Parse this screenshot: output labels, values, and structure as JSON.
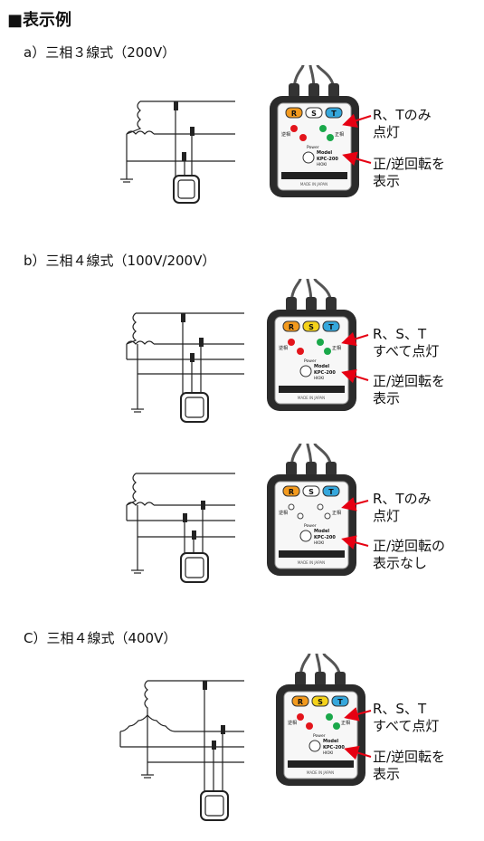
{
  "page_title": "■表示例",
  "sections": [
    {
      "heading": "a）三相３線式（200V）",
      "led_caption": "R、Tのみ\n点灯",
      "rot_caption": "正/逆回転を\n表示",
      "leds": {
        "R": true,
        "S": false,
        "T": true
      },
      "rotation_shown": true
    },
    {
      "heading": "b）三相４線式（100V/200V）",
      "led_caption": "R、S、T\nすべて点灯",
      "rot_caption": "正/逆回転を\n表示",
      "leds": {
        "R": true,
        "S": true,
        "T": true
      },
      "rotation_shown": true
    },
    {
      "heading": "",
      "led_caption": "R、Tのみ\n点灯",
      "rot_caption": "正/逆回転の\n表示なし",
      "leds": {
        "R": true,
        "S": false,
        "T": true
      },
      "rotation_shown": false
    },
    {
      "heading": "C）三相４線式（400V）",
      "led_caption": "R、S、T\nすべて点灯",
      "rot_caption": "正/逆回転を\n表示",
      "leds": {
        "R": true,
        "S": true,
        "T": true
      },
      "rotation_shown": true
    }
  ],
  "device": {
    "led_labels": [
      "R",
      "S",
      "T"
    ],
    "reverse_label": "逆相",
    "forward_label": "正相",
    "power_label": "Power",
    "model_label": "Model",
    "model_number": "KPC-200",
    "brand": "HIOKI",
    "made_in": "MADE IN JAPAN"
  },
  "colors": {
    "led_r": "#f39a1e",
    "led_s_on": "#f5d21a",
    "led_t": "#35a7dc",
    "green": "#1aa84a",
    "red": "#e3141b",
    "arrow": "#e60012",
    "device_body": "#2b2b2b"
  }
}
